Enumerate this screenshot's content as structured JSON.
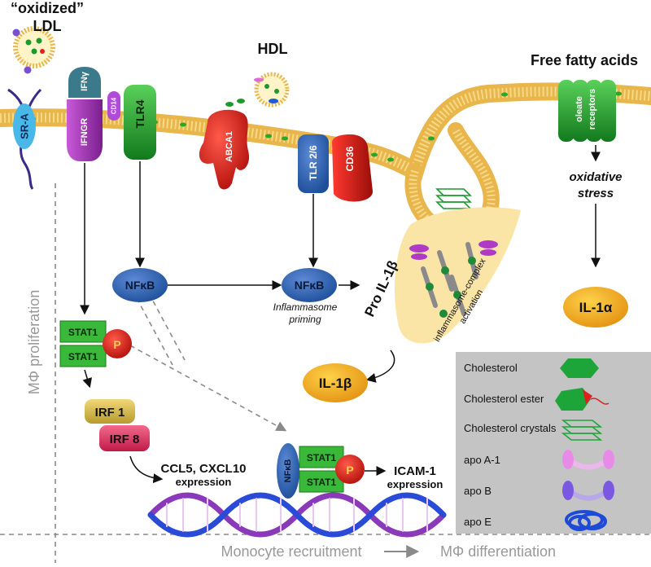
{
  "labels": {
    "oxldl_line1": "“oxidized”",
    "oxldl_line2": "LDL",
    "hdl": "HDL",
    "ffa": "Free fatty acids",
    "oxidative_line1": "oxidative",
    "oxidative_line2": "stress",
    "inflammasome_priming_line1": "Inflammasome",
    "inflammasome_priming_line2": "priming",
    "inflammasome_activation_line1": "inflammasome-complex",
    "inflammasome_activation_line2": "activation",
    "pro_il1b": "Pro IL-1β",
    "il1b": "IL-1β",
    "il1a": "IL-1α",
    "ccl5_line1": "CCL5, CXCL10",
    "ccl5_line2": "expression",
    "icam_line1": "ICAM-1",
    "icam_line2": "expression",
    "proliferation": "MΦ proliferation",
    "monocyte": "Monocyte recruitment",
    "differentiation": "MΦ differentiation"
  },
  "receptors": {
    "sra": "SR-A",
    "ifng": "IFNγ",
    "ifngr": "IFNGR",
    "cd14": "CD14",
    "tlr4": "TLR4",
    "abca1": "ABCA1",
    "tlr26": "TLR 2/6",
    "cd36": "CD36",
    "oleate_line1": "oleate",
    "oleate_line2": "receptors"
  },
  "signaling": {
    "nfkb1": "NFκB",
    "nfkb2": "NFκB",
    "nfkb3": "NFκB",
    "stat1_a": "STAT1",
    "stat1_b": "STAT1",
    "stat1_c": "STAT1",
    "stat1_d": "STAT1",
    "p1": "P",
    "p2": "P",
    "irf1": "IRF 1",
    "irf8": "IRF 8"
  },
  "legend": {
    "items": [
      {
        "label": "Cholesterol",
        "icon": "cholesterol-hexagon-icon"
      },
      {
        "label": "Cholesterol ester",
        "icon": "cholesterol-ester-icon"
      },
      {
        "label": "Cholesterol crystals",
        "icon": "cholesterol-crystals-icon"
      },
      {
        "label": "apo A-1",
        "icon": "apo-a1-icon"
      },
      {
        "label": "apo B",
        "icon": "apo-b-icon"
      },
      {
        "label": "apo E",
        "icon": "apo-e-icon"
      }
    ]
  },
  "colors": {
    "membrane": "#e8b64a",
    "membrane_head": "#f4cf6a",
    "green": "#1e9a2a",
    "nfkb_blue": "#2f63b4",
    "il_orange": "#f0a81a",
    "legend_bg": "#c4c4c4",
    "dashed_gray": "#8a8a8a"
  }
}
